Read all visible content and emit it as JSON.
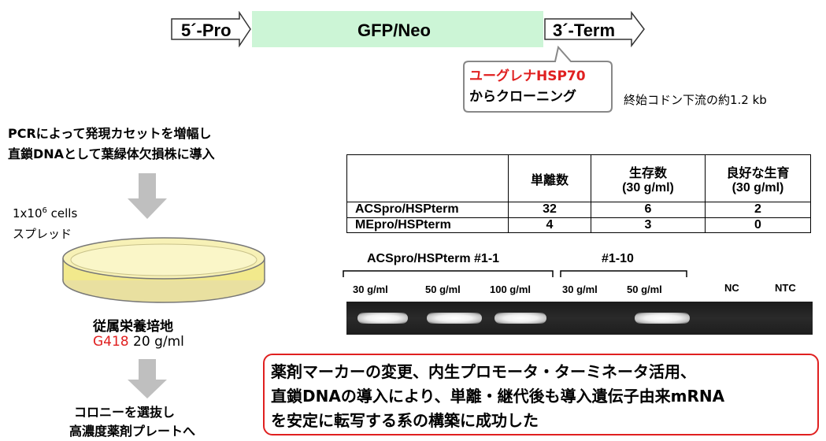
{
  "construct": {
    "promoter": "5´-Pro",
    "gene": "GFP/Neo",
    "terminator": "3´-Term"
  },
  "callout": {
    "line1": "ユーグレナHSP70",
    "line2": "からクローニング",
    "note": "終始コドン下流の約1.2 kb"
  },
  "workflow": {
    "pcr_line1": "PCRによって発現カセットを増幅し",
    "pcr_line2": "直鎖DNAとして葉緑体欠損株に導入",
    "cells_prefix": "1x10",
    "cells_exp": "6",
    "cells_suffix": " cells",
    "spread": "スプレッド",
    "medium": "従属栄養培地",
    "drug": "G418",
    "drug_conc": " 20  g/ml",
    "select_line1": "コロニーを選抜し",
    "select_line2": "高濃度薬剤プレートへ"
  },
  "results_table": {
    "headers": [
      "",
      "単離数",
      "生存数",
      "良好な生育"
    ],
    "header_sub": [
      "",
      "",
      "(30  g/ml)",
      "(30  g/ml)"
    ],
    "rows": [
      {
        "label": "ACSpro/HSPterm",
        "cells": [
          "32",
          "6",
          "2"
        ]
      },
      {
        "label": "MEpro/HSPterm",
        "cells": [
          "4",
          "3",
          "0"
        ]
      }
    ]
  },
  "gel": {
    "group1": "ACSpro/HSPterm #1-1",
    "group2": "#1-10",
    "lanes": [
      "30  g/ml",
      "50  g/ml",
      "100  g/ml",
      "30  g/ml",
      "50  g/ml",
      "NC",
      "NTC"
    ],
    "bands": [
      true,
      true,
      true,
      false,
      true,
      false,
      false
    ]
  },
  "conclusion": {
    "line1": "薬剤マーカーの変更、内生プロモータ・ターミネータ活用、",
    "line2": "直鎖DNAの導入により、単離・継代後も導入遺伝子由来mRNA",
    "line3": "を安定に転写する系の構築に成功した"
  },
  "colors": {
    "gene_fill": "#ccf5d6",
    "accent_red": "#e02020",
    "arrow_gray": "#bfbfbf",
    "dish_fill": "#f2e98c",
    "gel_bg": "#222222"
  }
}
